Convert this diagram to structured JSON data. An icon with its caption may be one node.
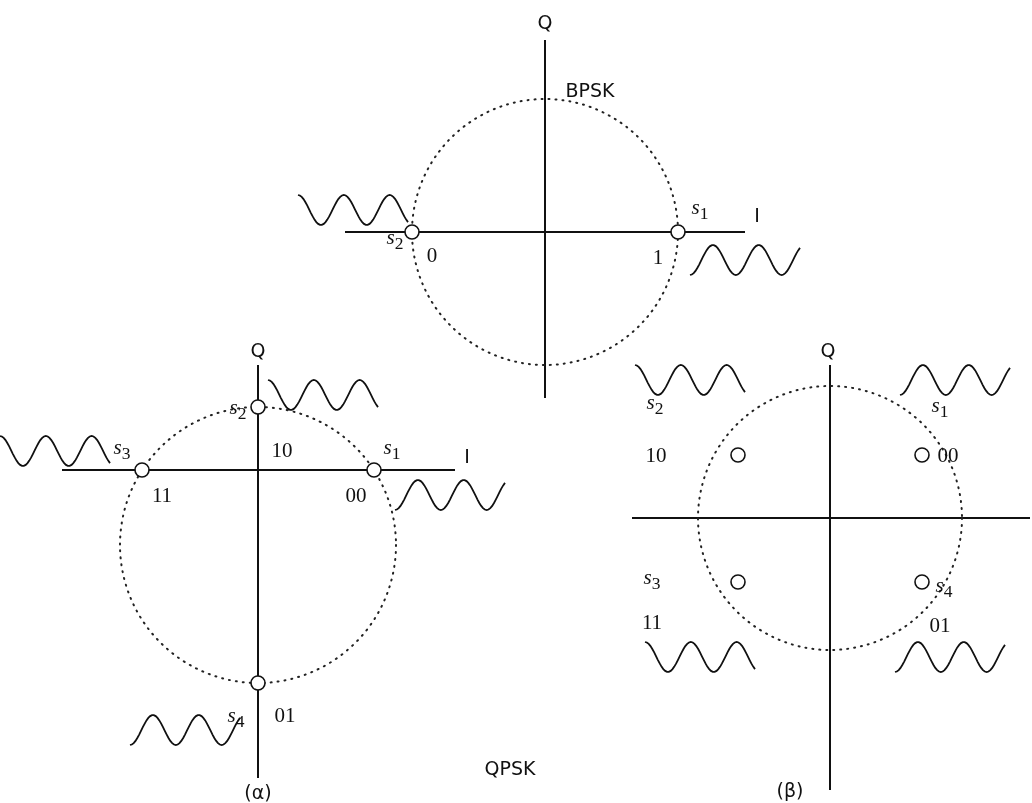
{
  "diagram": {
    "labels": [
      "Q",
      "BPSK",
      "*s*$_{2}$",
      "*s*$_{1}$",
      "I",
      "0",
      "1",
      "Q",
      "Q",
      "*s*$_{2}$",
      "*s*$_{2}$",
      "*s*$_{1}$",
      "*s*$_{3}$",
      "10",
      "*s*$_{1}$",
      "I",
      "10",
      "00",
      "11",
      "00",
      "*s*$_{3}$",
      "*s*$_{4}$",
      "11",
      "01",
      "*s*$_{4}$",
      "01",
      "QPSK",
      "(α)",
      "(β)"
    ]
  }
}
